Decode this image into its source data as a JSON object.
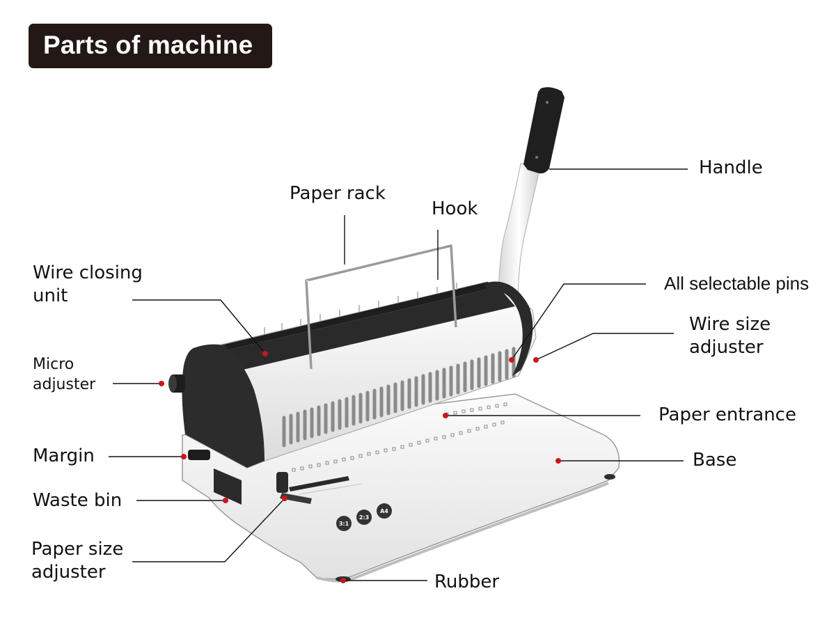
{
  "title": "Parts of machine",
  "labels": {
    "handle": "Handle",
    "paper_rack": "Paper rack",
    "hook": "Hook",
    "wire_closing_unit": [
      "Wire closing",
      "unit"
    ],
    "all_selectable_pins": "All selectable pins",
    "wire_size_adjuster": [
      "Wire size",
      "adjuster"
    ],
    "micro_adjuster": [
      "Micro",
      "adjuster"
    ],
    "paper_entrance": "Paper entrance",
    "margin": "Margin",
    "base": "Base",
    "waste_bin": "Waste bin",
    "paper_size_adjuster": [
      "Paper size",
      "adjuster"
    ],
    "rubber": "Rubber"
  },
  "badges": [
    "3:1",
    "2:3",
    "A4"
  ],
  "colors": {
    "title_bg": "#231815",
    "leader_line": "#111111",
    "marker_dot": "#c8171e",
    "machine_body": "#f1f1f1",
    "machine_dark": "#2b2b2b"
  }
}
